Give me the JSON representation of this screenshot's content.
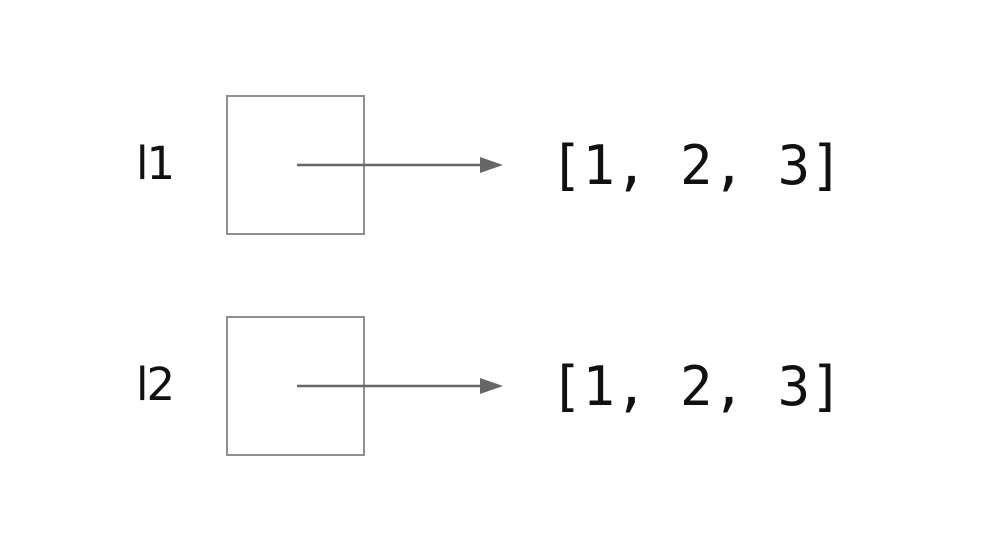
{
  "diagram": {
    "type": "variable-reference-diagram",
    "rows": [
      {
        "label": "l1",
        "value": "[1, 2, 3]"
      },
      {
        "label": "l2",
        "value": "[1, 2, 3]"
      }
    ]
  },
  "icons": {
    "arrow": "right-arrow-icon"
  },
  "colors": {
    "background": "#ffffff",
    "text": "#111111",
    "box-border": "#8f8f8f",
    "arrow": "#666666"
  }
}
